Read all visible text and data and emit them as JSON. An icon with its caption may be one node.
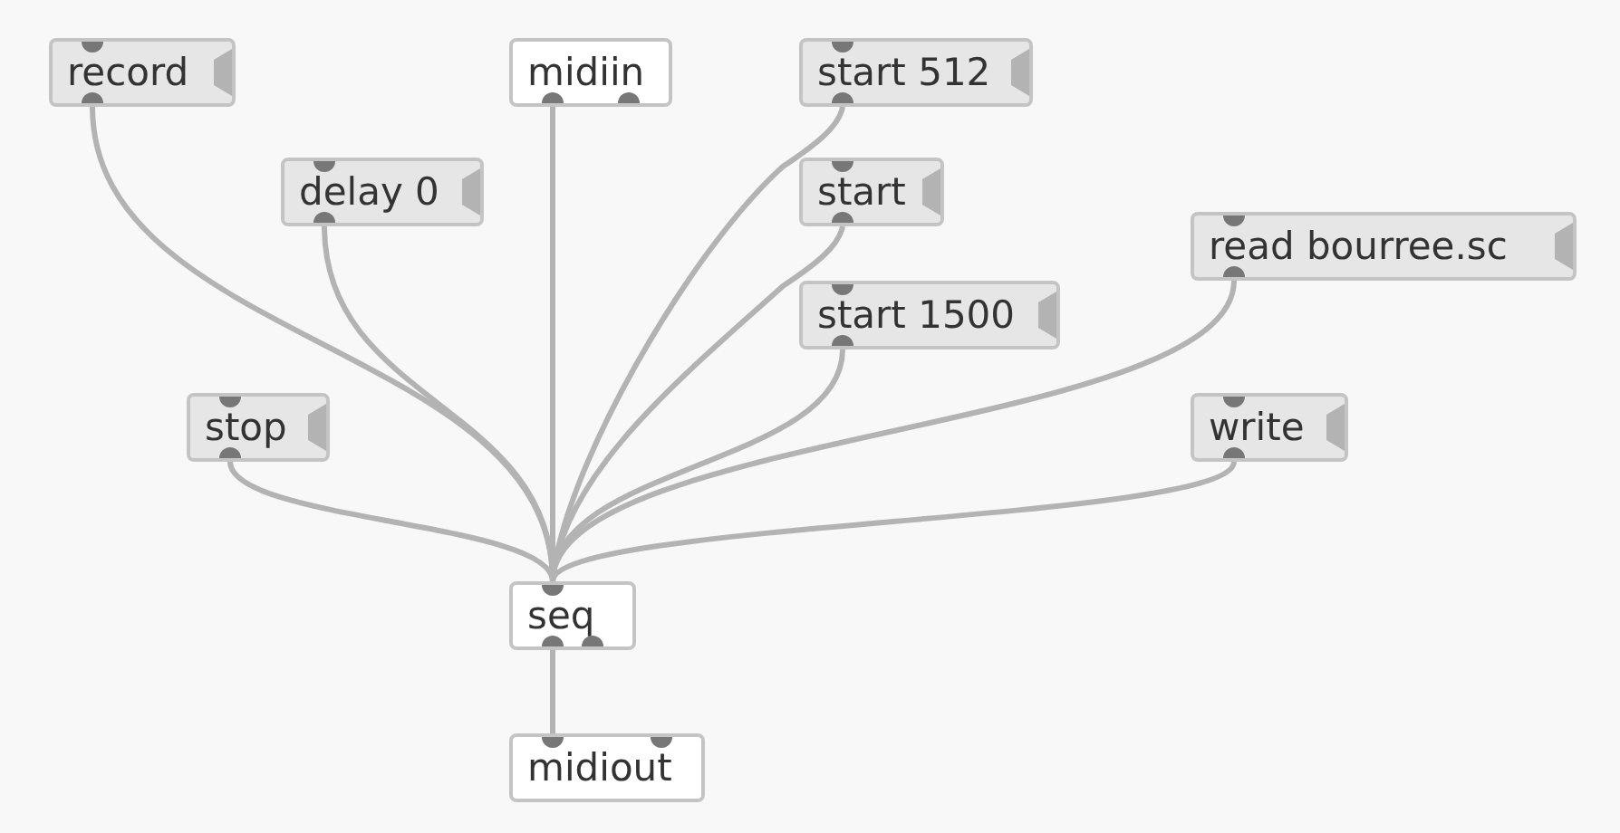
{
  "diagram": {
    "nodes": [
      {
        "text": [
          "record"
        ]
      },
      {
        "text": [
          "midiin"
        ]
      },
      {
        "text": [
          "start 512"
        ]
      },
      {
        "text": [
          "delay 0"
        ]
      },
      {
        "text": [
          "start"
        ]
      },
      {
        "text": [
          "read bourree.sc"
        ]
      },
      {
        "text": [
          "start 1500"
        ]
      },
      {
        "text": [
          "stop"
        ]
      },
      {
        "text": [
          "write"
        ]
      },
      {
        "text": [
          "seq"
        ]
      },
      {
        "text": [
          "midiout"
        ]
      }
    ],
    "edges": [
      {
        "from": 0,
        "to": 9,
        "arrow": "none"
      },
      {
        "from": 3,
        "to": 9,
        "arrow": "none"
      },
      {
        "from": 1,
        "to": 9,
        "arrow": "none"
      },
      {
        "from": 2,
        "to": 9,
        "arrow": "none"
      },
      {
        "from": 4,
        "to": 9,
        "arrow": "none"
      },
      {
        "from": 6,
        "to": 9,
        "arrow": "none"
      },
      {
        "from": 5,
        "to": 9,
        "arrow": "none"
      },
      {
        "from": 7,
        "to": 9,
        "arrow": "none"
      },
      {
        "from": 8,
        "to": 9,
        "arrow": "none"
      },
      {
        "from": 9,
        "to": 10,
        "arrow": "none"
      }
    ]
  }
}
